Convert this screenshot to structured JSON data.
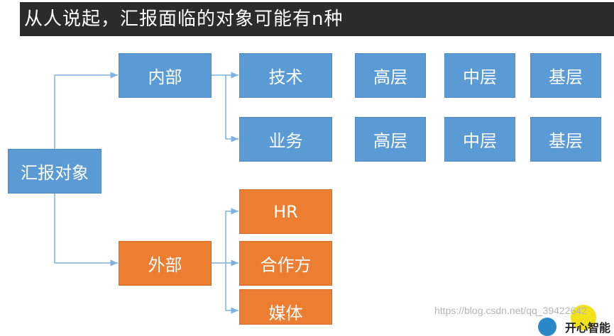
{
  "title": "从人说起，汇报面临的对象可能有n种",
  "root": "汇报对象",
  "internal": {
    "label": "内部",
    "groups": [
      {
        "label": "技术",
        "levels": [
          "高层",
          "中层",
          "基层"
        ]
      },
      {
        "label": "业务",
        "levels": [
          "高层",
          "中层",
          "基层"
        ]
      }
    ]
  },
  "external": {
    "label": "外部",
    "items": [
      "HR",
      "合作方",
      "媒体"
    ]
  },
  "watermark": "https://blog.csdn.net/qq_39422642",
  "logo_text": "开心智能",
  "colors": {
    "blue": "#5b9bd5",
    "orange": "#ed7d31",
    "title_bg": "#2b2b2b",
    "connector": "#7fb0de"
  }
}
